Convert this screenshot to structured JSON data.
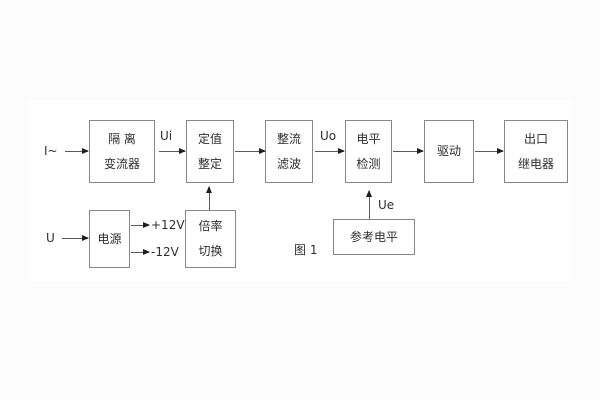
{
  "figure": {
    "caption": "图 1",
    "page_background": "#fcfcfc",
    "figure_background": "#ffffff",
    "box_border_color": "#878787",
    "line_color": "#5a5a5a",
    "text_color": "#2e2e2e"
  },
  "boxes": {
    "isolation": {
      "line1": "隔 离",
      "line2": "变流器"
    },
    "setting": {
      "line1": "定值",
      "line2": "整定"
    },
    "rectifier": {
      "line1": "整流",
      "line2": "滤波"
    },
    "level_detect": {
      "line1": "电平",
      "line2": "检测"
    },
    "drive": {
      "line1": "驱动"
    },
    "output_relay": {
      "line1": "出口",
      "line2": "继电器"
    },
    "power": {
      "line1": "电源"
    },
    "ratio_switch": {
      "line1": "倍率",
      "line2": "切换"
    },
    "reference_level": {
      "line1": "参考电平"
    }
  },
  "labels": {
    "input_current": "I~",
    "ui": "Ui",
    "uo": "Uo",
    "ue": "Ue",
    "input_voltage": "U",
    "plus12v": "+12V",
    "minus12v": "-12V"
  }
}
